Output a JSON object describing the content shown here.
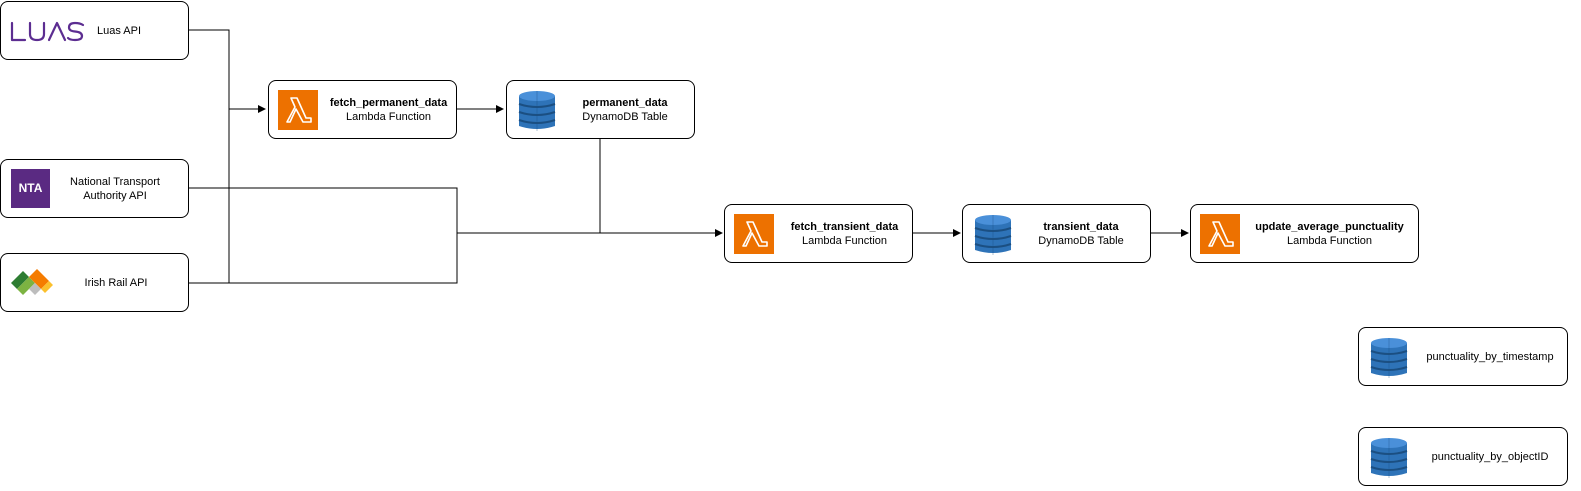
{
  "sources": {
    "luas": {
      "logo_text": "LUAS",
      "label": "Luas API"
    },
    "nta": {
      "logo_text": "NTA",
      "label_line1": "National Transport",
      "label_line2": "Authority API"
    },
    "irish_rail": {
      "label": "Irish Rail API"
    }
  },
  "nodes": {
    "fetch_permanent": {
      "name": "fetch_permanent_data",
      "type": "Lambda Function"
    },
    "permanent_table": {
      "name": "permanent_data",
      "type": "DynamoDB Table"
    },
    "fetch_transient": {
      "name": "fetch_transient_data",
      "type": "Lambda Function"
    },
    "transient_table": {
      "name": "transient_data",
      "type": "DynamoDB Table"
    },
    "update_punctuality": {
      "name": "update_average_punctuality",
      "type": "Lambda Function"
    },
    "punctuality_timestamp": {
      "name": "punctuality_by_timestamp"
    },
    "punctuality_objectid": {
      "name": "punctuality_by_objectID"
    }
  },
  "colors": {
    "lambda_orange": "#ED7100",
    "dynamo_blue": "#2E73B8",
    "luas_purple": "#5C2D91",
    "nta_purple": "#5A2A82"
  },
  "icons": {
    "lambda": "lambda-icon",
    "dynamodb": "dynamodb-icon",
    "luas": "luas-logo",
    "nta": "nta-logo",
    "irish_rail": "irish-rail-logo"
  }
}
